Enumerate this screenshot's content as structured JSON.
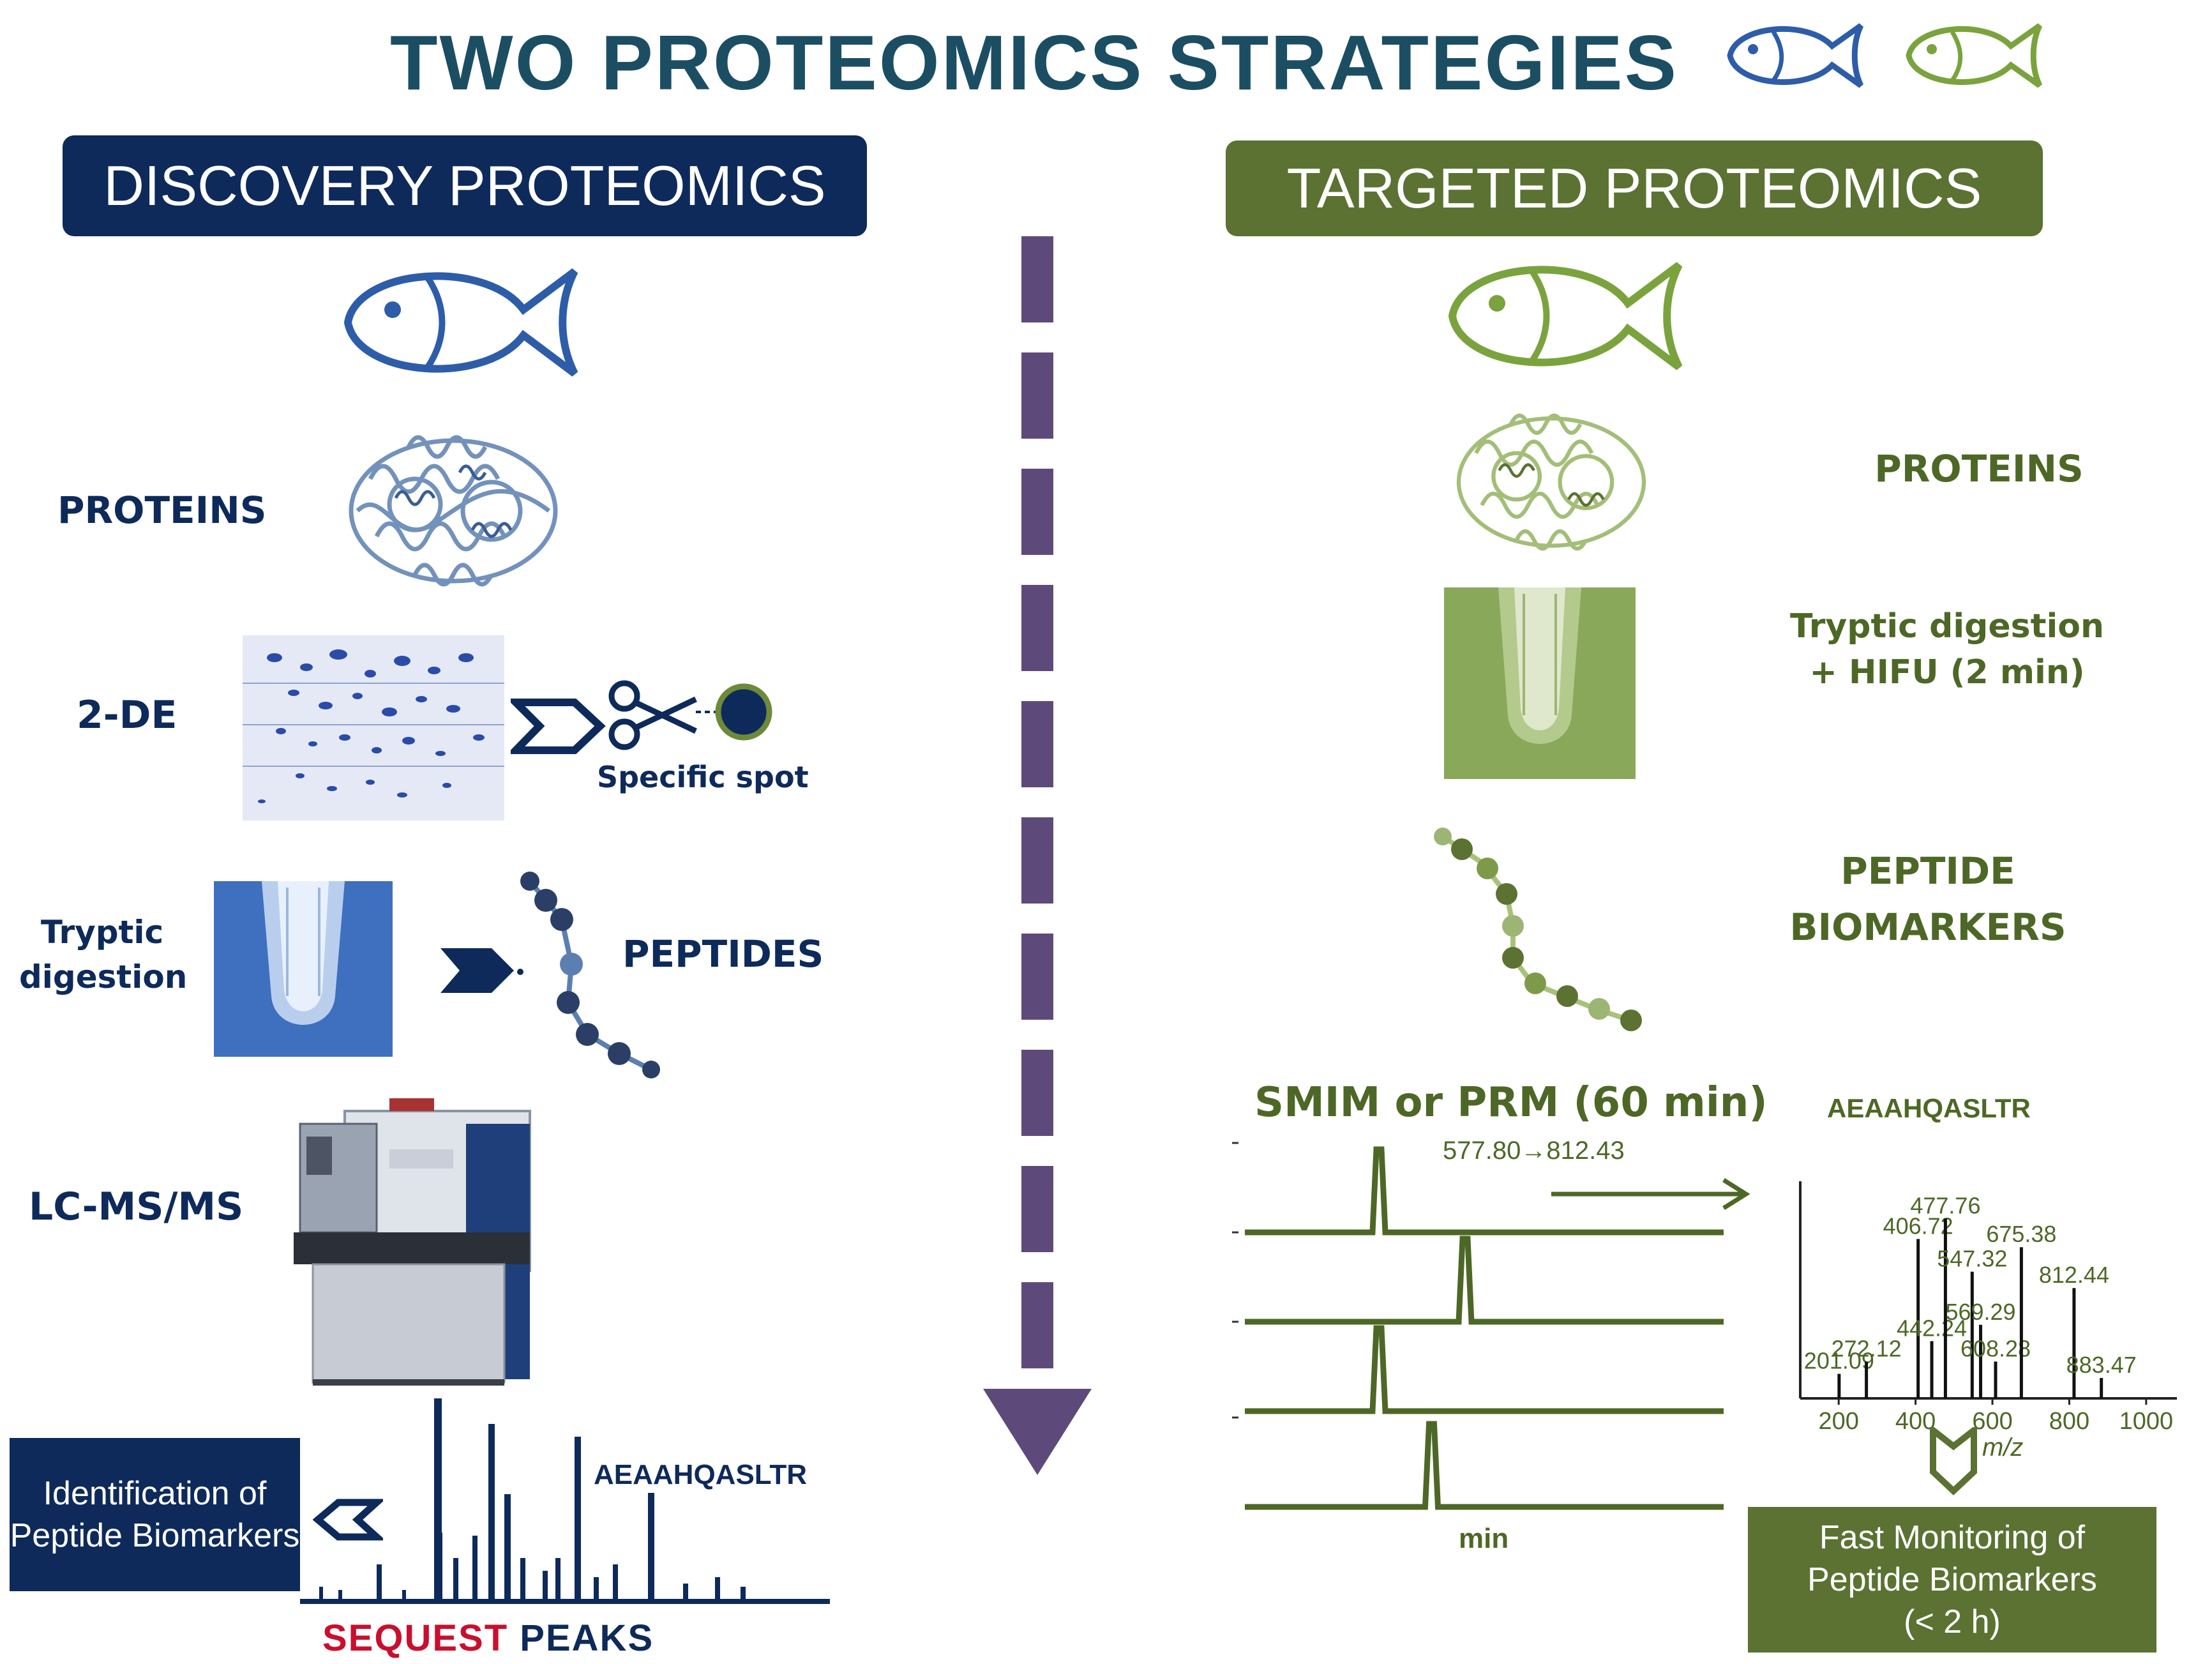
{
  "title": "TWO PROTEOMICS STRATEGIES",
  "colors": {
    "title": "#1c4e63",
    "discovery": "#0d2a5a",
    "targeted": "#5b7232",
    "arrow": "#5e4a7a",
    "sequest": "#c8102e"
  },
  "discovery": {
    "banner": "DISCOVERY PROTEOMICS",
    "proteins": "PROTEINS",
    "two_de": "2-DE",
    "specific_spot": "Specific spot",
    "tryptic_line1": "Tryptic",
    "tryptic_line2": "digestion",
    "peptides": "PEPTIDES",
    "lcms": "LC-MS/MS",
    "sequence": "AEAAHQASLTR",
    "sequest": "SEQUEST",
    "peaks": "PEAKS",
    "result_box": "Identification of Peptide Biomarkers"
  },
  "targeted": {
    "banner": "TARGETED PROTEOMICS",
    "proteins": "PROTEINS",
    "tryptic_line1": "Tryptic digestion",
    "tryptic_line2": "+ HIFU (2 min)",
    "peptide_line1": "PEPTIDE",
    "peptide_line2": "BIOMARKERS",
    "smim": "SMIM or PRM (60 min)",
    "transition": "577.80→812.43",
    "time_axis": "min",
    "sequence": "AEAAHQASLTR",
    "mz_label": "m/z",
    "result_box_line1": "Fast Monitoring of",
    "result_box_line2": "Peptide Biomarkers",
    "result_box_line3": "(< 2 h)"
  },
  "chart_data": [
    {
      "type": "bar",
      "title": "",
      "xlabel": "m/z",
      "ylabel": "",
      "xlim": [
        100,
        1080
      ],
      "ticks": [
        "200",
        "400",
        "600",
        "800",
        "1000"
      ],
      "peaks": [
        {
          "x": 201.09,
          "y": 12,
          "label": "201.09"
        },
        {
          "x": 272.12,
          "y": 18,
          "label": "272.12"
        },
        {
          "x": 406.72,
          "y": 78,
          "label": "406.72"
        },
        {
          "x": 442.24,
          "y": 28,
          "label": "442.24"
        },
        {
          "x": 477.76,
          "y": 88,
          "label": "477.76"
        },
        {
          "x": 547.32,
          "y": 62,
          "label": "547.32"
        },
        {
          "x": 569.29,
          "y": 36,
          "label": "569.29"
        },
        {
          "x": 608.28,
          "y": 18,
          "label": "608.28"
        },
        {
          "x": 675.38,
          "y": 74,
          "label": "675.38"
        },
        {
          "x": 812.44,
          "y": 54,
          "label": "812.44"
        },
        {
          "x": 883.47,
          "y": 10,
          "label": "883.47"
        }
      ]
    },
    {
      "type": "line",
      "title": "SMIM or PRM (60 min)",
      "xlabel": "min",
      "series": [
        {
          "name": "577.80→812.43",
          "peak_time": 0.28
        },
        {
          "name": "",
          "peak_time": 0.46
        },
        {
          "name": "",
          "peak_time": 0.28
        },
        {
          "name": "",
          "peak_time": 0.39
        }
      ]
    }
  ]
}
